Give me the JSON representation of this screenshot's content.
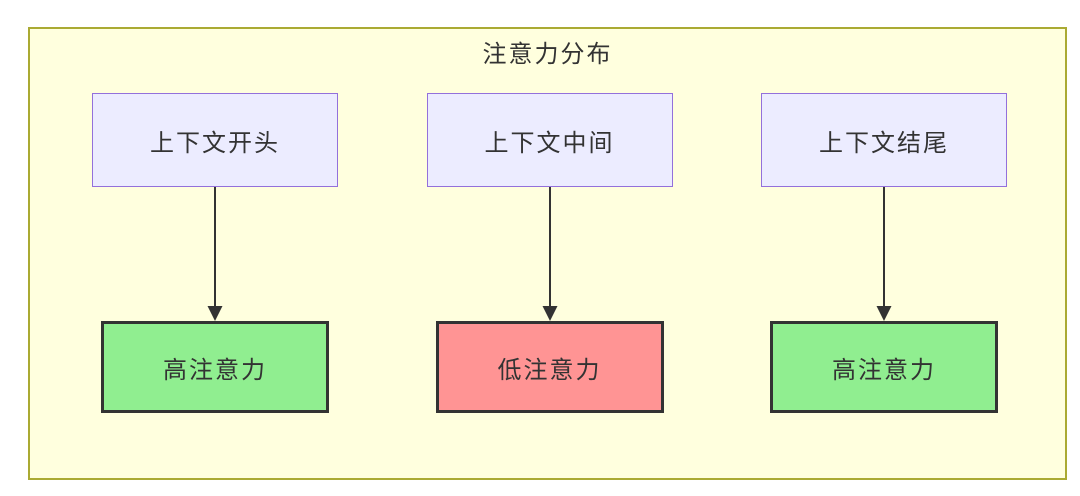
{
  "diagram": {
    "title": "注意力分布",
    "columns": [
      {
        "source": "上下文开头",
        "target": "高注意力",
        "attention": "high"
      },
      {
        "source": "上下文中间",
        "target": "低注意力",
        "attention": "low"
      },
      {
        "source": "上下文结尾",
        "target": "高注意力",
        "attention": "high"
      }
    ],
    "colors": {
      "canvas_bg": "#ffffde",
      "canvas_border": "#aaaa33",
      "source_fill": "#ececff",
      "source_border": "#9370db",
      "high_fill": "#90ee90",
      "low_fill": "#ff9494",
      "target_border": "#333333",
      "arrow": "#333333",
      "text": "#333333"
    }
  }
}
